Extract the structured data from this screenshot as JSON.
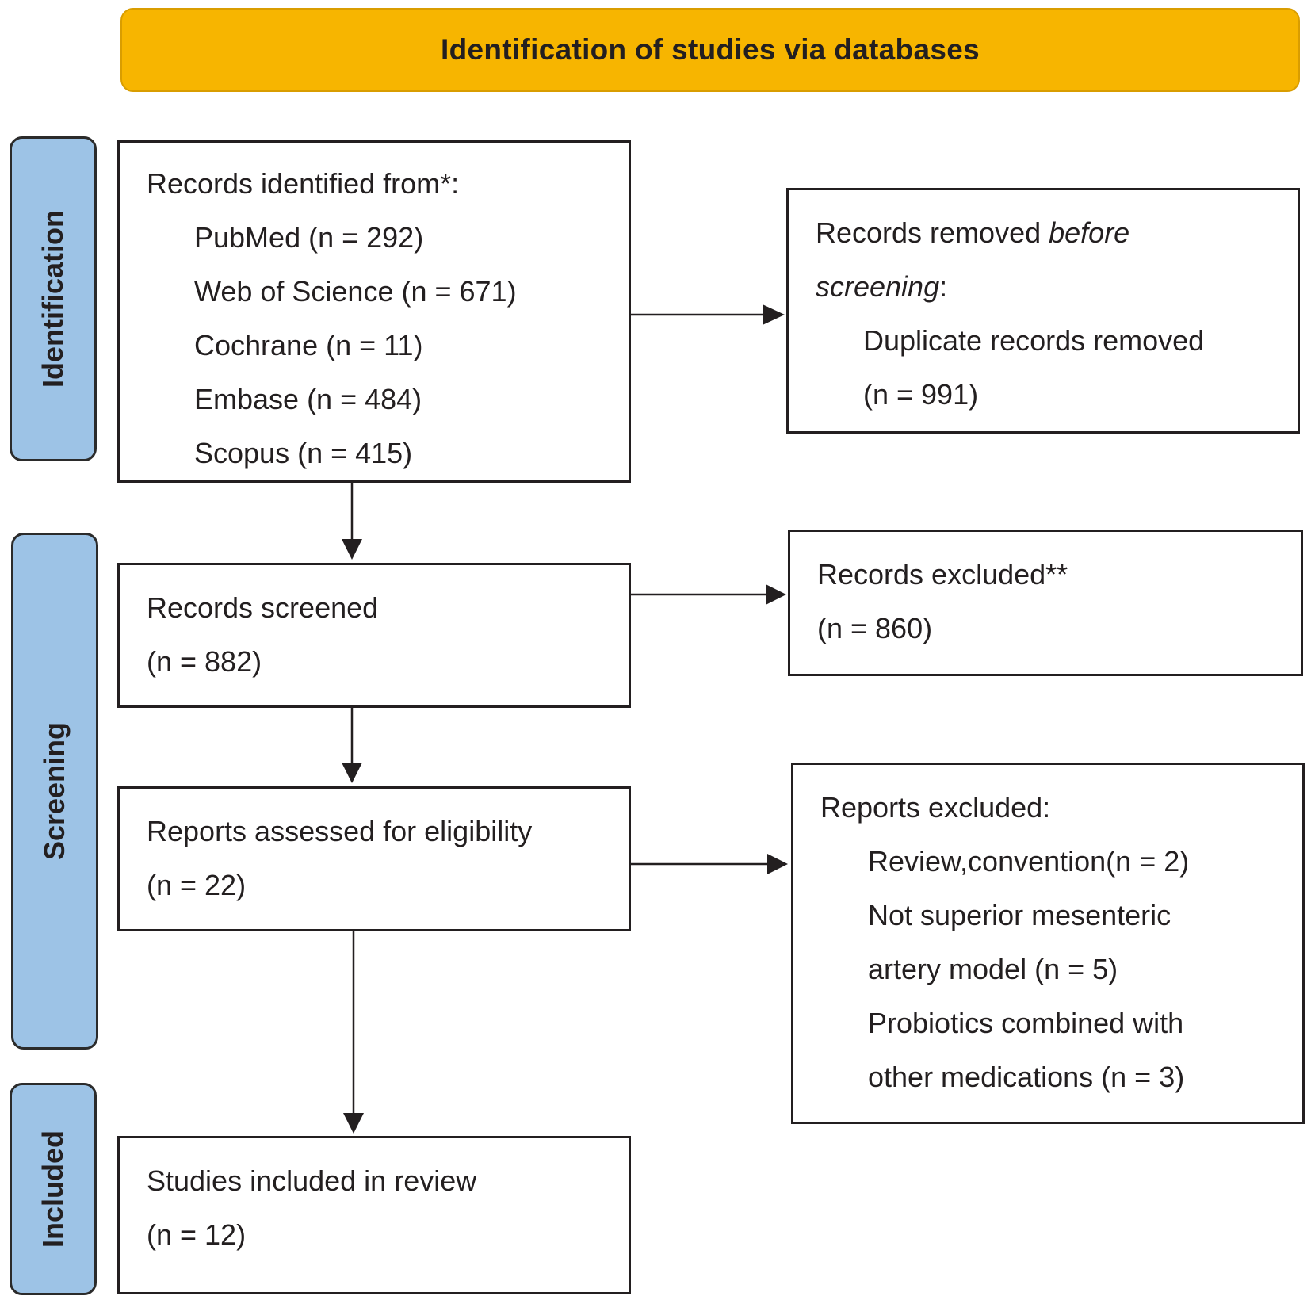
{
  "header": {
    "title": "Identification of studies via databases"
  },
  "phases": {
    "identification": "Identification",
    "screening": "Screening",
    "included": "Included"
  },
  "records_identified": {
    "heading": "Records identified from*:",
    "sources": [
      "PubMed (n = 292)",
      "Web of Science (n = 671)",
      "Cochrane (n = 11)",
      "Embase (n = 484)",
      "Scopus (n = 415)"
    ]
  },
  "records_removed": {
    "line1_prefix": "Records removed ",
    "line1_emphasis": "before",
    "line2_emphasis": "screening",
    "line2_suffix": ":",
    "detail": "Duplicate records removed",
    "count": "(n = 991)"
  },
  "records_screened": {
    "label": "Records screened",
    "count": "(n = 882)"
  },
  "records_excluded": {
    "label": "Records excluded**",
    "count": "(n = 860)"
  },
  "reports_assessed": {
    "label": "Reports assessed for eligibility",
    "count": "(n = 22)"
  },
  "reports_excluded": {
    "heading": "Reports excluded:",
    "reasons": [
      "Review,convention(n = 2)",
      "Not superior mesenteric",
      "artery model (n = 5)",
      "Probiotics combined with",
      "other medications (n = 3)"
    ]
  },
  "studies_included": {
    "label": "Studies included in review",
    "count": "(n = 12)"
  },
  "colors": {
    "banner": "#f7b500",
    "phase": "#9dc3e6",
    "border": "#231f20"
  }
}
